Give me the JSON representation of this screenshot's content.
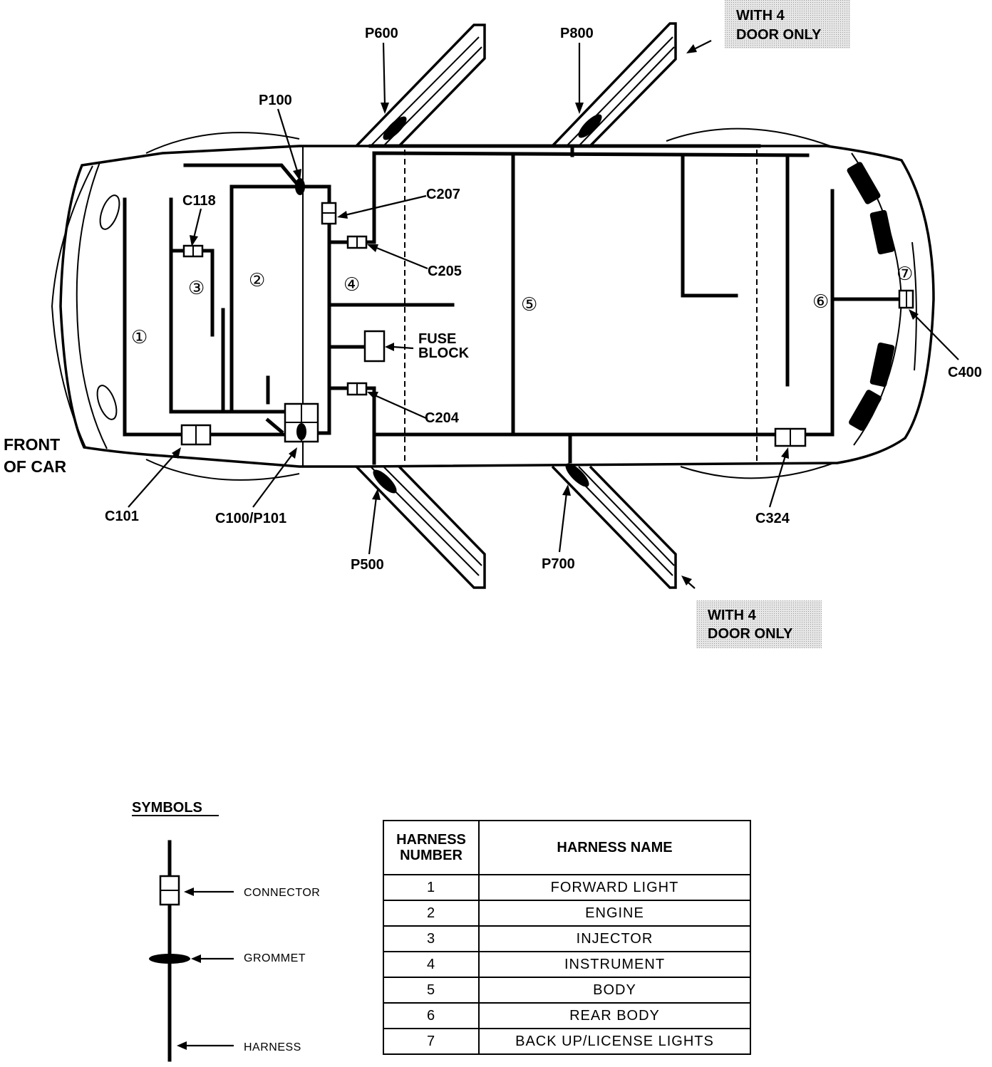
{
  "labels": {
    "p600": "P600",
    "p800": "P800",
    "p100": "P100",
    "c118": "C118",
    "c207": "C207",
    "c205": "C205",
    "c204": "C204",
    "c101": "C101",
    "c100_p101": "C100/P101",
    "p500": "P500",
    "p700": "P700",
    "c324": "C324",
    "c400": "C400",
    "fuse_block_line1": "FUSE",
    "fuse_block_line2": "BLOCK",
    "front_line1": "FRONT",
    "front_line2": "OF CAR",
    "note_top_line1": "WITH 4",
    "note_top_line2": "DOOR ONLY",
    "note_bottom_line1": "WITH 4",
    "note_bottom_line2": "DOOR ONLY"
  },
  "harness_markers": [
    "①",
    "②",
    "③",
    "④",
    "⑤",
    "⑥",
    "⑦"
  ],
  "symbols": {
    "title": "SYMBOLS",
    "connector": "CONNECTOR",
    "grommet": "GROMMET",
    "harness": "HARNESS"
  },
  "table": {
    "header_number_line1": "HARNESS",
    "header_number_line2": "NUMBER",
    "header_name": "HARNESS NAME",
    "rows": [
      {
        "number": "1",
        "name": "FORWARD LIGHT"
      },
      {
        "number": "2",
        "name": "ENGINE"
      },
      {
        "number": "3",
        "name": "INJECTOR"
      },
      {
        "number": "4",
        "name": "INSTRUMENT"
      },
      {
        "number": "5",
        "name": "BODY"
      },
      {
        "number": "6",
        "name": "REAR BODY"
      },
      {
        "number": "7",
        "name": "BACK UP/LICENSE LIGHTS"
      }
    ]
  }
}
